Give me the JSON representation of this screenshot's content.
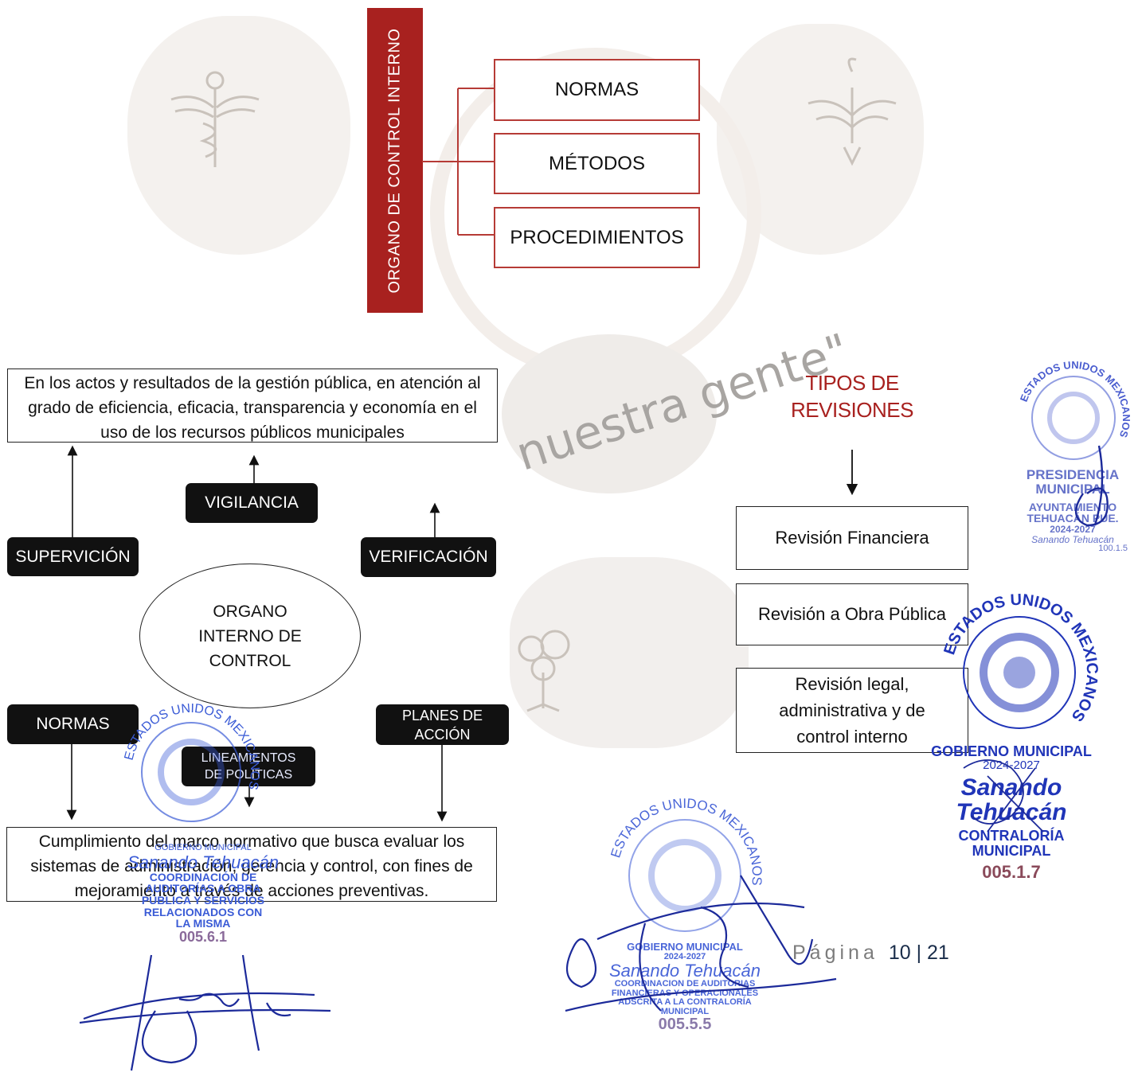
{
  "top_diagram": {
    "vertical_label": "ORGANO DE CONTROL INTERNO",
    "items": [
      "NORMAS",
      "MÉTODOS",
      "PROCEDIMIENTOS"
    ]
  },
  "watermark": {
    "slogan": "nuestra gente\""
  },
  "left_diagram": {
    "top_box": "En los actos y resultados de la gestión pública, en atención al grado de eficiencia, eficacia, transparencia y economía en el uso de los recursos públicos municipales",
    "vigilancia": "VIGILANCIA",
    "supervicion": "SUPERVICIÓN",
    "verificacion": "VERIFICACIÓN",
    "center_ellipse": [
      "ORGANO",
      "INTERNO DE",
      "CONTROL"
    ],
    "normas": "NORMAS",
    "lineamientos": [
      "LINEAMIENTOS",
      "DE POLITICAS"
    ],
    "planes": [
      "PLANES DE",
      "ACCIÓN"
    ],
    "bottom_box": "Cumplimiento del marco normativo que busca evaluar los sistemas de administración, gerencia y control, con fines de mejoramiento a través de acciones preventivas."
  },
  "right_diagram": {
    "title": [
      "TIPOS DE",
      "REVISIONES"
    ],
    "items": [
      "Revisión Financiera",
      "Revisión a Obra Pública",
      "Revisión legal, administrativa y de control interno"
    ]
  },
  "stamps": {
    "presidencia": {
      "lines": [
        "PRESIDENCIA",
        "MUNICIPAL",
        "AYUNTAMIENTO",
        "TEHUACÁN PUE.",
        "2024-2027",
        "Sanando Tehuacán",
        "100.1.5"
      ],
      "ring": "ESTADOS UNIDOS MEXICANOS"
    },
    "contraloria": {
      "lines": [
        "GOBIERNO MUNICIPAL",
        "2024-2027",
        "Sanando Tehuacán",
        "CONTRALORÍA",
        "MUNICIPAL",
        "005.1.7"
      ],
      "ring": "ESTADOS UNIDOS MEXICANOS"
    },
    "coordinacion_obra": {
      "lines": [
        "GOBIERNO MUNICIPAL",
        "Sanando Tehuacán",
        "COORDINACIÓN DE",
        "AUDITORÍAS A OBRA",
        "PÚBLICA Y SERVICIOS",
        "RELACIONADOS CON",
        "LA MISMA",
        "005.6.1"
      ],
      "ring": "ESTADOS UNIDOS MEXICANOS"
    },
    "coordinacion_financiera": {
      "lines": [
        "GOBIERNO MUNICIPAL",
        "2024-2027",
        "Sanando Tehuacán",
        "COORDINACION DE AUDITORIAS",
        "FINANCIERAS Y OPERACIONALES",
        "ADSCRITA A LA CONTRALORÍA",
        "MUNICIPAL",
        "005.5.5"
      ],
      "ring": "ESTADOS UNIDOS MEXICANOS"
    }
  },
  "footer": {
    "page_label": "Página",
    "page_number": "10 | 21"
  }
}
